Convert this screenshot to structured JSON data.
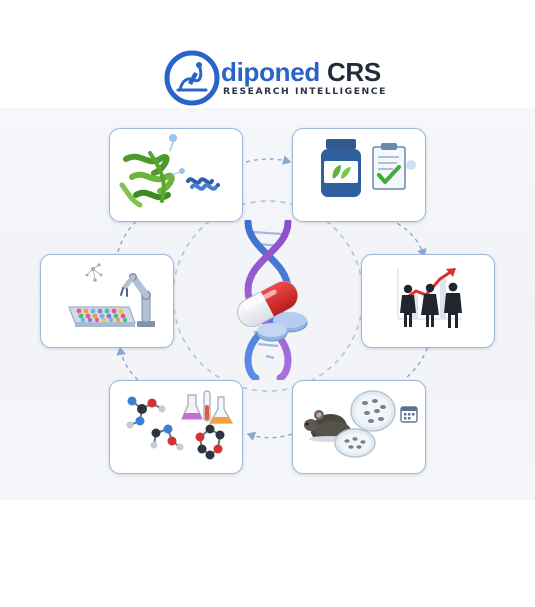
{
  "logo": {
    "brand_name": "diponed",
    "brand_suffix": "CRS",
    "tagline": "RESEARCH INTELLIGENCE",
    "brand_color": "#2a63c9",
    "dark_color": "#222c3a"
  },
  "cycle": {
    "center_icon": "dna-capsule-pills-icon",
    "stages": [
      {
        "id": "protein",
        "icon": "protein-structure-icon"
      },
      {
        "id": "formulation",
        "icon": "medicine-bottle-checklist-icon"
      },
      {
        "id": "clinical",
        "icon": "people-growth-chart-icon"
      },
      {
        "id": "preclinical",
        "icon": "mouse-petri-dish-icon"
      },
      {
        "id": "chemistry",
        "icon": "molecules-flasks-icon"
      },
      {
        "id": "screening",
        "icon": "robot-arm-well-plate-icon"
      }
    ],
    "colors": {
      "card_border": "#9fb7d8",
      "arrow": "#8aa7cf",
      "dna_blue": "#3b6fd3",
      "dna_purple": "#8d4fc9",
      "capsule_red": "#d62a2a",
      "pill_blue": "#8fb2e3"
    }
  }
}
